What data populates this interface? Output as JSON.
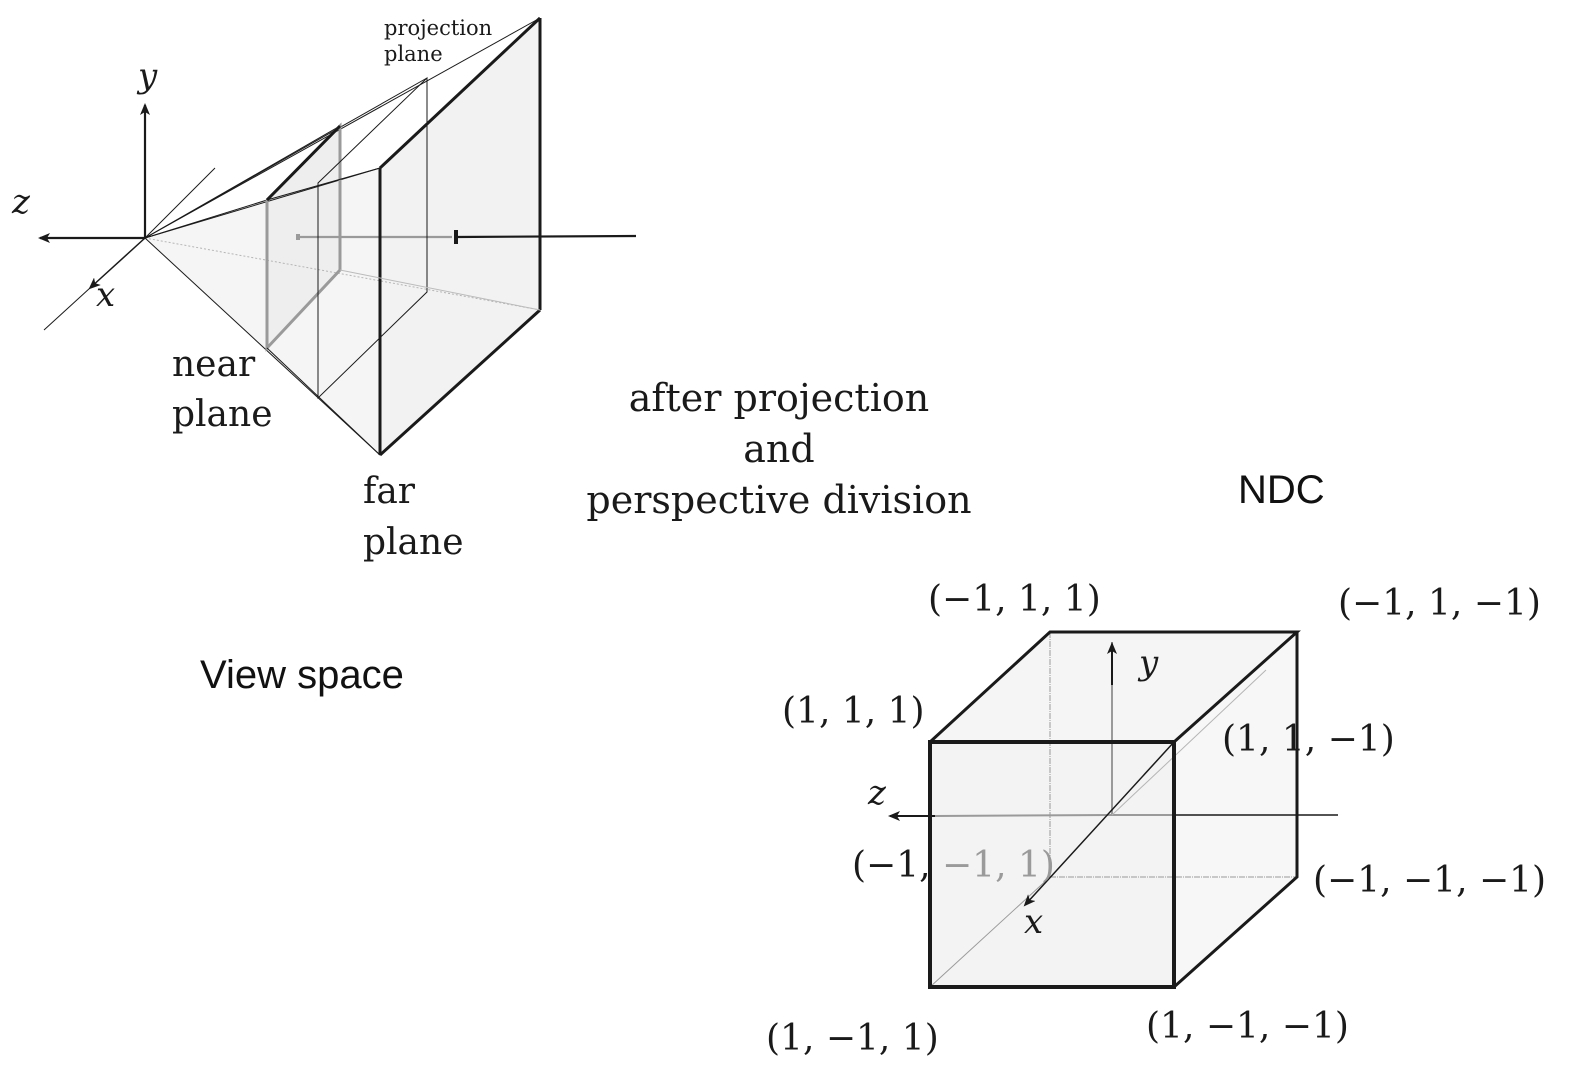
{
  "view_space": {
    "axis_labels": {
      "y": "y",
      "z": "z",
      "x": "x"
    },
    "projection_plane": [
      "projection",
      "plane"
    ],
    "near_plane": [
      "near",
      "plane"
    ],
    "far_plane": [
      "far",
      "plane"
    ],
    "caption": "View space"
  },
  "transition": [
    "after projection",
    "and",
    "perspective division"
  ],
  "ndc": {
    "title": "NDC",
    "axis_labels": {
      "y": "y",
      "z": "z",
      "x": "x"
    },
    "corners": {
      "top_back_left": "(−1, 1, 1)",
      "top_back_right": "(−1, 1, −1)",
      "top_front_left": "(1, 1, 1)",
      "top_front_right": "(1, 1, −1)",
      "bottom_back_left_a": "(−1,",
      "bottom_back_left_b": " −1, 1)",
      "bottom_back_right": "(−1, −1, −1)",
      "bottom_front_left": "(1, −1, 1)",
      "bottom_front_right": "(1, −1, −1)"
    }
  },
  "colors": {
    "ink": "#1a1a1a",
    "hidden_gray": "#9a9a9a",
    "face_fill": "#f4f4f4"
  }
}
